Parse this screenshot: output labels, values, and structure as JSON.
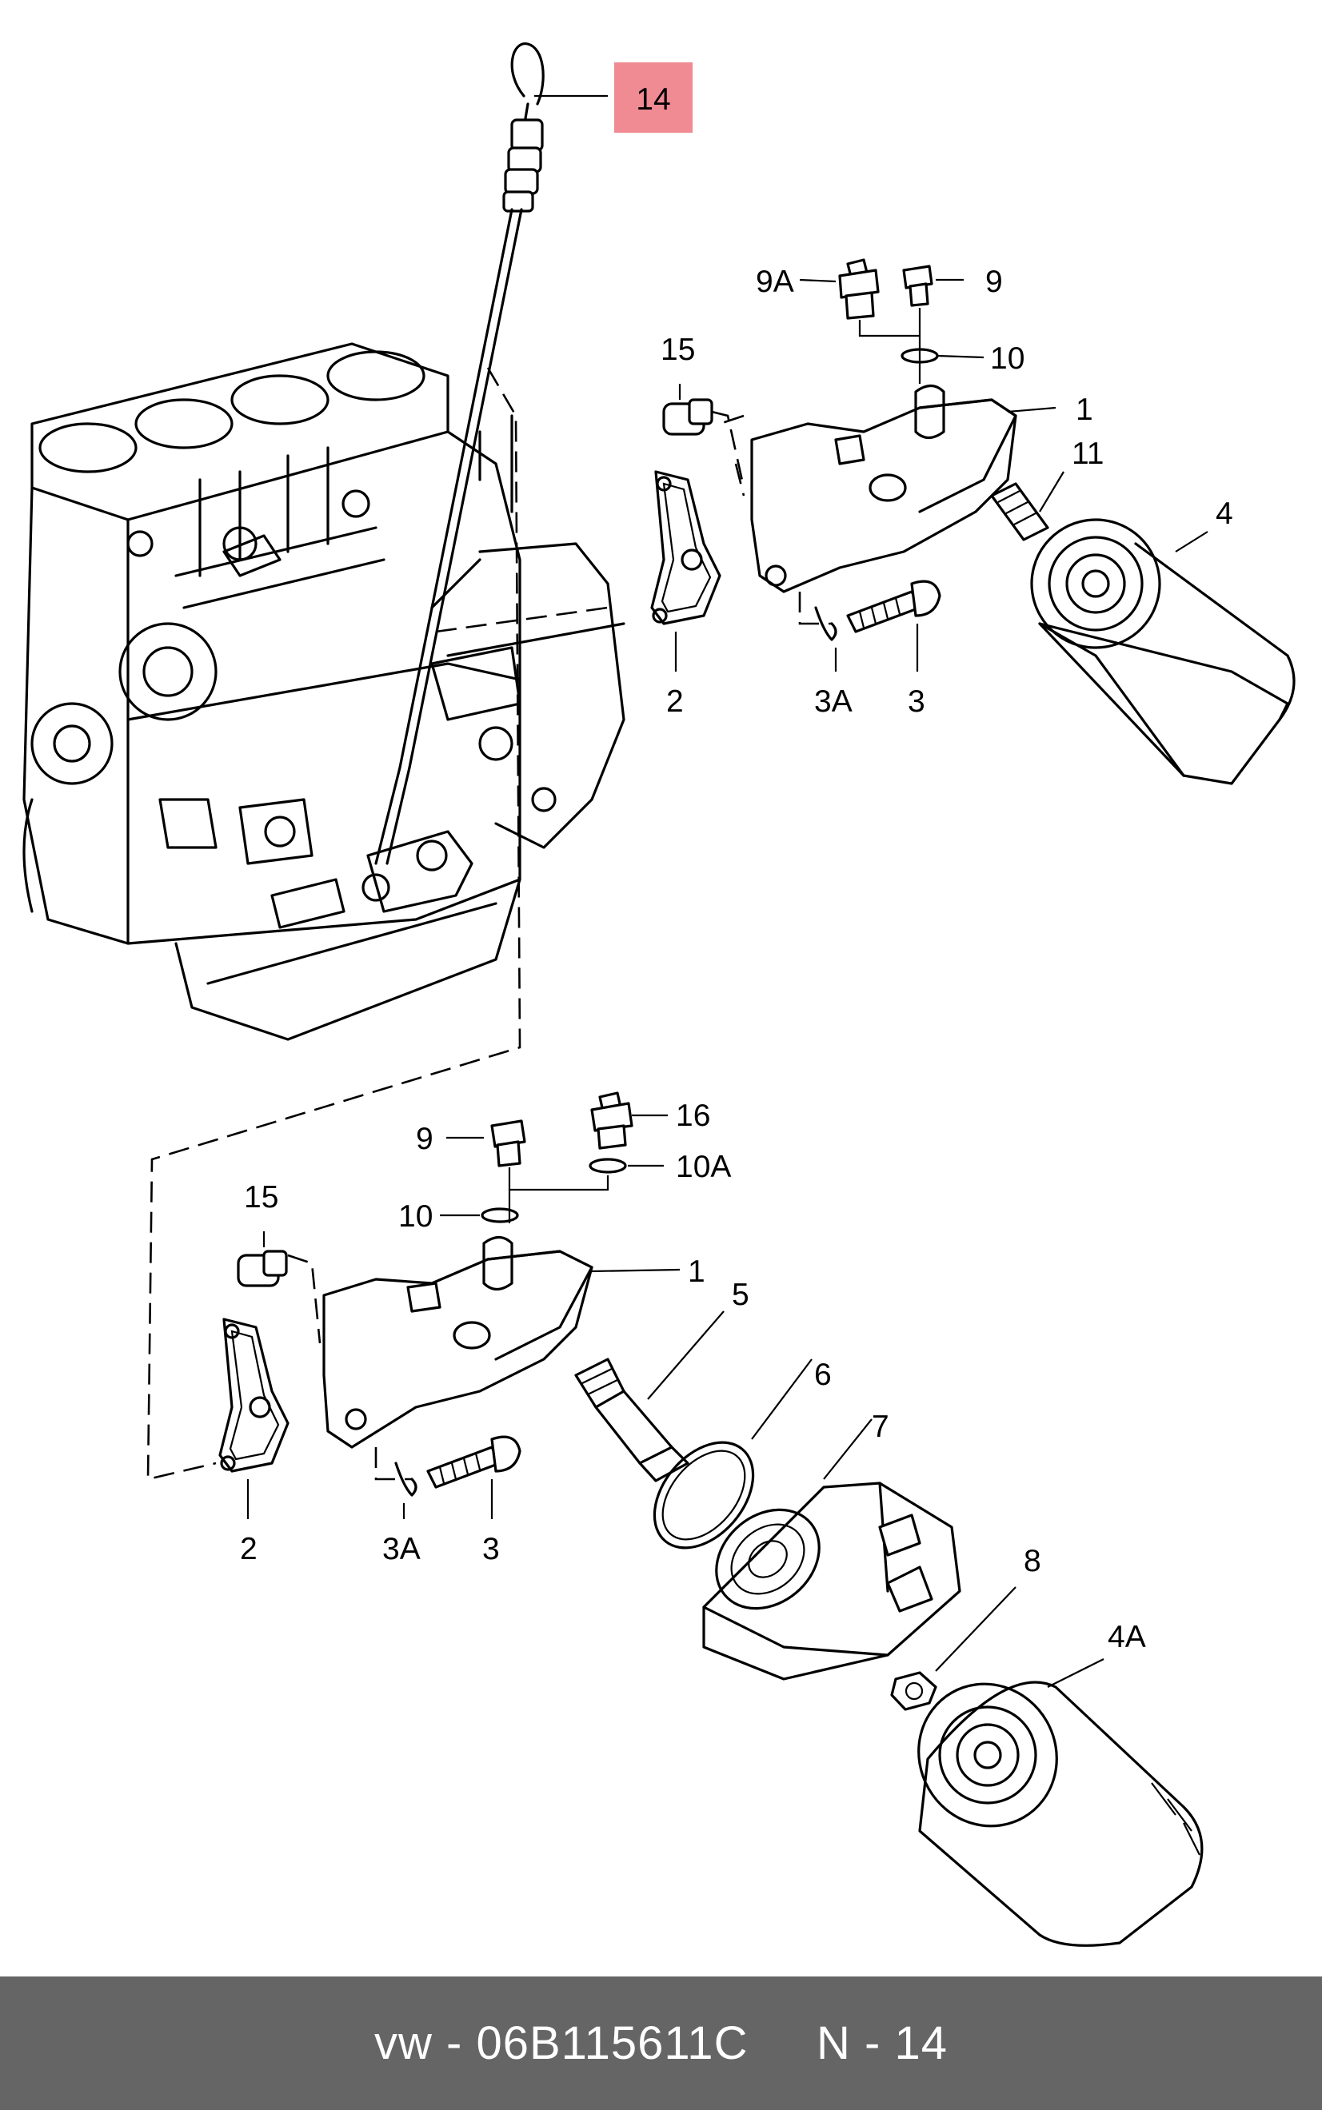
{
  "highlight_color": "#f08a93",
  "footer_color": "#656565",
  "callouts": {
    "c14": "14",
    "c9a_top": "9A",
    "c9_top": "9",
    "c10_top": "10",
    "c15_top": "15",
    "c1_top": "1",
    "c11": "11",
    "c4": "4",
    "c2_top": "2",
    "c3a_top": "3A",
    "c3_top": "3",
    "c16": "16",
    "c9_bot": "9",
    "c10a": "10A",
    "c10_bot": "10",
    "c15_bot": "15",
    "c1_bot": "1",
    "c5": "5",
    "c6": "6",
    "c7": "7",
    "c8": "8",
    "c4a": "4A",
    "c2_bot": "2",
    "c3a_bot": "3A",
    "c3_bot": "3"
  },
  "footer": {
    "brand": "vw",
    "separator": " - ",
    "part_number": "06B115611C",
    "position": "N - 14"
  }
}
